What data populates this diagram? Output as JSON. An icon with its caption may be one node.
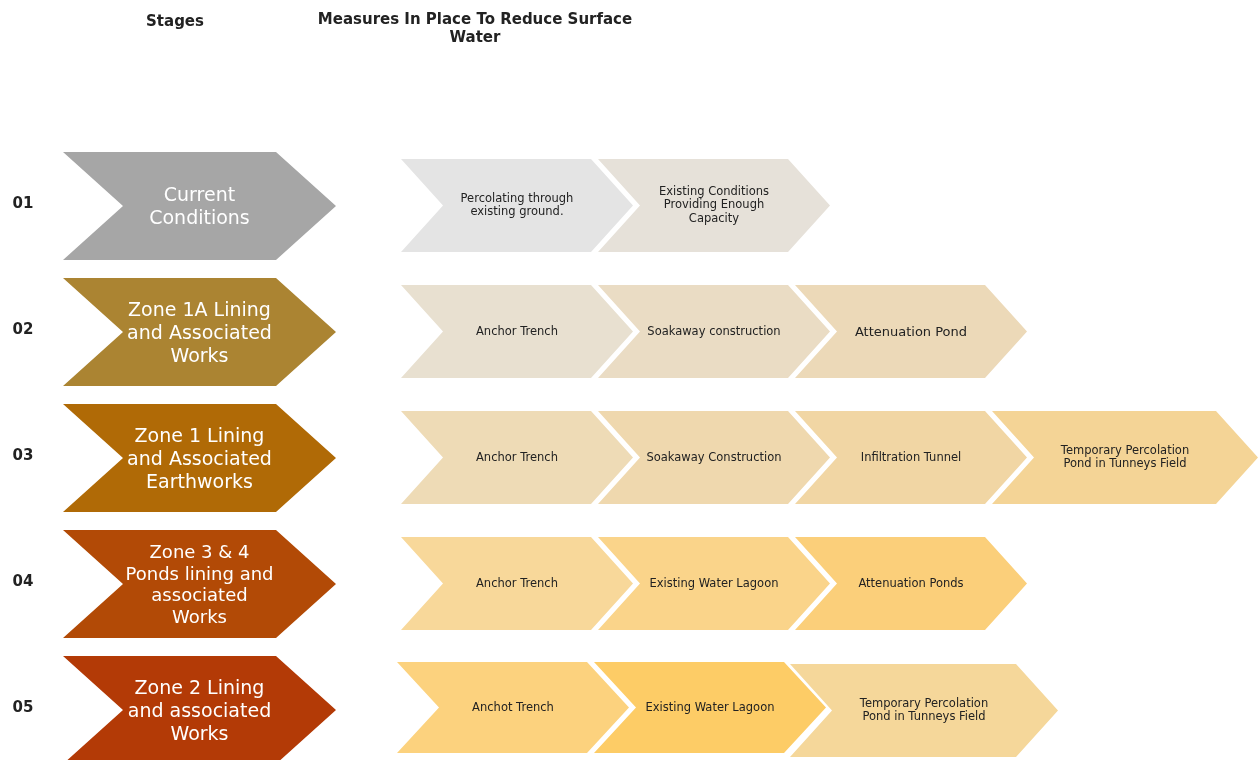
{
  "diagram": {
    "nodes": [
      {
        "text": [
          "Current Conditions"
        ]
      },
      {
        "text": [
          "Percolating through existing ground."
        ]
      },
      {
        "text": [
          "Existing Conditions Providing Enough Capacity"
        ]
      },
      {
        "text": [
          "Zone 1A Lining and Associated Works"
        ]
      },
      {
        "text": [
          "Anchor Trench"
        ]
      },
      {
        "text": [
          "Soakaway construction"
        ]
      },
      {
        "text": [
          "Attenuation Pond"
        ]
      },
      {
        "text": [
          "Zone 1 Lining and Associated Earthworks"
        ]
      },
      {
        "text": [
          "Anchor Trench"
        ]
      },
      {
        "text": [
          "Soakaway Construction"
        ]
      },
      {
        "text": [
          "Infiltration Tunnel"
        ]
      },
      {
        "text": [
          "Temporary Percolation Pond in Tunneys Field"
        ]
      },
      {
        "text": [
          "Zone 3 & 4 Ponds lining and associated Works"
        ]
      },
      {
        "text": [
          "Anchor Trench"
        ]
      },
      {
        "text": [
          "Existing Water Lagoon"
        ]
      },
      {
        "text": [
          "Attenuation Ponds"
        ]
      },
      {
        "text": [
          "Zone 2 Lining and associated Works"
        ]
      },
      {
        "text": [
          "Anchot Trench"
        ]
      },
      {
        "text": [
          "Existing Water Lagoon"
        ]
      },
      {
        "text": [
          "Temporary Percolation Pond in Tunneys Field"
        ]
      }
    ],
    "labels": [
      "Stages",
      "Measures In Place To Reduce Surface Water",
      "01",
      "02",
      "03",
      "04",
      "05"
    ]
  }
}
